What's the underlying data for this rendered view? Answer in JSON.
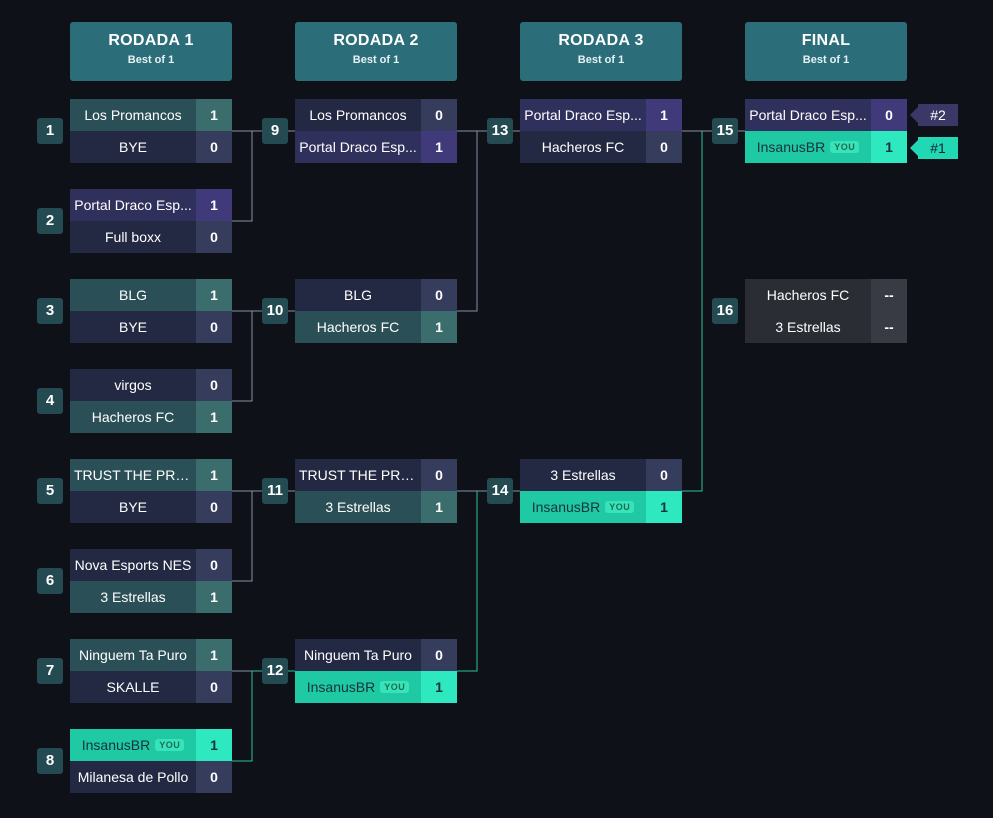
{
  "rounds": [
    {
      "title": "RODADA 1",
      "subtitle": "Best of 1"
    },
    {
      "title": "RODADA 2",
      "subtitle": "Best of 1"
    },
    {
      "title": "RODADA 3",
      "subtitle": "Best of 1"
    },
    {
      "title": "FINAL",
      "subtitle": "Best of 1"
    }
  ],
  "you_label": "YOU",
  "matches": [
    {
      "number": "1",
      "teams": [
        {
          "name": "Los Promancos",
          "score": "1"
        },
        {
          "name": "BYE",
          "score": "0"
        }
      ]
    },
    {
      "number": "2",
      "teams": [
        {
          "name": "Portal Draco Esp...",
          "score": "1"
        },
        {
          "name": "Full boxx",
          "score": "0"
        }
      ]
    },
    {
      "number": "3",
      "teams": [
        {
          "name": "BLG",
          "score": "1"
        },
        {
          "name": "BYE",
          "score": "0"
        }
      ]
    },
    {
      "number": "4",
      "teams": [
        {
          "name": "virgos",
          "score": "0"
        },
        {
          "name": "Hacheros FC",
          "score": "1"
        }
      ]
    },
    {
      "number": "5",
      "teams": [
        {
          "name": "TRUST THE PRO...",
          "score": "1"
        },
        {
          "name": "BYE",
          "score": "0"
        }
      ]
    },
    {
      "number": "6",
      "teams": [
        {
          "name": "Nova Esports NES",
          "score": "0"
        },
        {
          "name": "3 Estrellas",
          "score": "1"
        }
      ]
    },
    {
      "number": "7",
      "teams": [
        {
          "name": "Ninguem Ta Puro",
          "score": "1"
        },
        {
          "name": "SKALLE",
          "score": "0"
        }
      ]
    },
    {
      "number": "8",
      "teams": [
        {
          "name": "InsanusBR",
          "score": "1"
        },
        {
          "name": "Milanesa de Pollo",
          "score": "0"
        }
      ]
    },
    {
      "number": "9",
      "teams": [
        {
          "name": "Los Promancos",
          "score": "0"
        },
        {
          "name": "Portal Draco Esp...",
          "score": "1"
        }
      ]
    },
    {
      "number": "10",
      "teams": [
        {
          "name": "BLG",
          "score": "0"
        },
        {
          "name": "Hacheros FC",
          "score": "1"
        }
      ]
    },
    {
      "number": "11",
      "teams": [
        {
          "name": "TRUST THE PRO...",
          "score": "0"
        },
        {
          "name": "3 Estrellas",
          "score": "1"
        }
      ]
    },
    {
      "number": "12",
      "teams": [
        {
          "name": "Ninguem Ta Puro",
          "score": "0"
        },
        {
          "name": "InsanusBR",
          "score": "1"
        }
      ]
    },
    {
      "number": "13",
      "teams": [
        {
          "name": "Portal Draco Esp...",
          "score": "1"
        },
        {
          "name": "Hacheros FC",
          "score": "0"
        }
      ]
    },
    {
      "number": "14",
      "teams": [
        {
          "name": "3 Estrellas",
          "score": "0"
        },
        {
          "name": "InsanusBR",
          "score": "1"
        }
      ]
    },
    {
      "number": "15",
      "teams": [
        {
          "name": "Portal Draco Esp...",
          "score": "0"
        },
        {
          "name": "InsanusBR",
          "score": "1"
        }
      ]
    },
    {
      "number": "16",
      "teams": [
        {
          "name": "Hacheros FC",
          "score": "--"
        },
        {
          "name": "3 Estrellas",
          "score": "--"
        }
      ]
    }
  ],
  "placements": {
    "second": "#2",
    "first": "#1"
  },
  "colors": {
    "background": "#0f1118",
    "header": "#2b6e79",
    "you_accent": "#22d8b4",
    "connector": "#8a8fa3",
    "connector_you": "#2bc4a1"
  }
}
